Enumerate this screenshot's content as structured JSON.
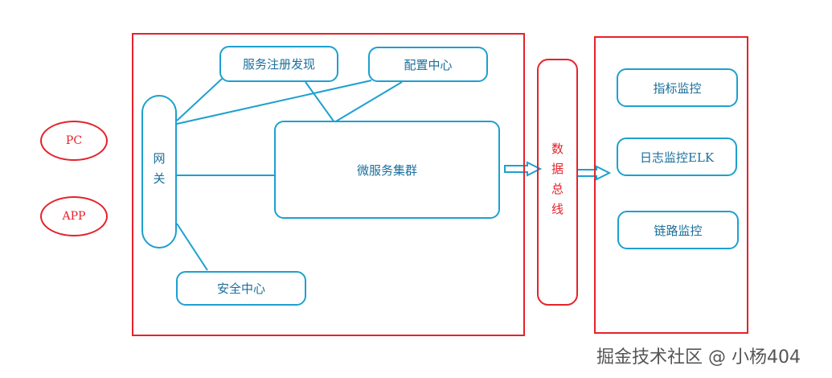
{
  "clients": {
    "pc": "PC",
    "app": "APP"
  },
  "system": {
    "gateway": "网关",
    "registry": "服务注册发现",
    "config": "配置中心",
    "cluster": "微服务集群",
    "security": "安全中心"
  },
  "bus": {
    "label": "数据总线"
  },
  "monitoring": {
    "metrics": "指标监控",
    "logs": "日志监控ELK",
    "tracing": "链路监控"
  },
  "watermark": "掘金技术社区 @ 小杨404",
  "colors": {
    "red": "#e5222b",
    "blue": "#1da0d0",
    "text_blue": "#1a6f9c"
  }
}
